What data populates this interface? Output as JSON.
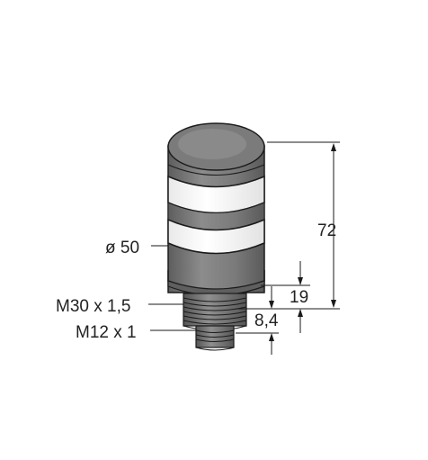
{
  "diagram": {
    "labels": {
      "height_total": "72",
      "diameter": "ø 50",
      "height_connector": "19",
      "thread_large": "M30 x 1,5",
      "thread_small": "M12 x 1",
      "height_plug": "8,4"
    },
    "colors": {
      "body_dark": "#6d6d6d",
      "body_mid": "#8a8a8a",
      "band_white": "#ffffff",
      "outline": "#1c1c1c",
      "dimension": "#1a1a1a"
    }
  }
}
